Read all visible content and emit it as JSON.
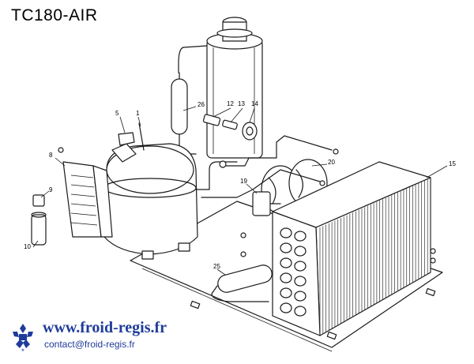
{
  "title": "TC180-AIR",
  "part_numbers": [
    "1",
    "5",
    "8",
    "9",
    "10",
    "12",
    "13",
    "14",
    "15",
    "19",
    "20",
    "25",
    "26"
  ],
  "footer": {
    "website": "www.froid-regis.fr",
    "email": "contact@froid-regis.fr"
  },
  "colors": {
    "brand_blue": "#1f3c9a",
    "line": "#1a1a1a"
  },
  "icons": {
    "logo": "snowflake-logo-icon"
  }
}
